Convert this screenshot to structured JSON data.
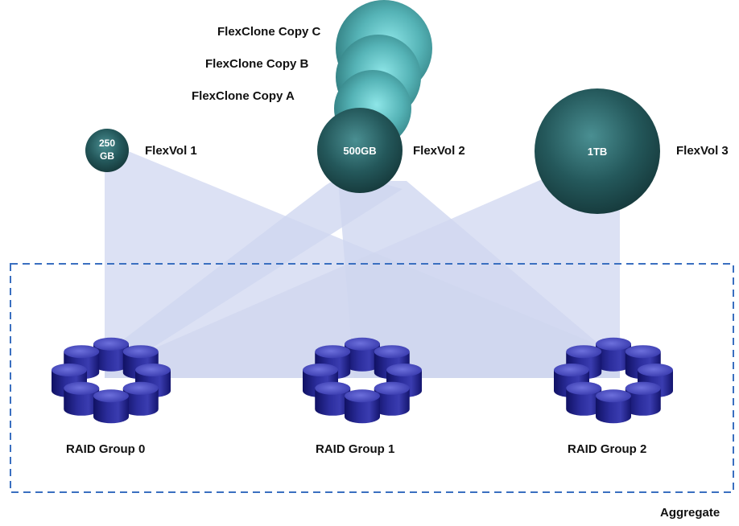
{
  "colors": {
    "teal_dark": "#1f4f52",
    "teal_mid": "#3f8f92",
    "teal_light": "#6fd4d8",
    "disk_dark": "#12136a",
    "disk_mid": "#2a2c9a",
    "disk_light": "#6a6ed8",
    "beam": "#a9b6e3",
    "aggregate_border": "#3a6fc0"
  },
  "flexvols": [
    {
      "name": "FlexVol 1",
      "size": "250\nGB"
    },
    {
      "name": "FlexVol 2",
      "size": "500GB"
    },
    {
      "name": "FlexVol 3",
      "size": "1TB"
    }
  ],
  "clones": [
    {
      "name": "FlexClone Copy A"
    },
    {
      "name": "FlexClone Copy B"
    },
    {
      "name": "FlexClone Copy C"
    }
  ],
  "raid_groups": [
    {
      "name": "RAID Group 0"
    },
    {
      "name": "RAID Group 1"
    },
    {
      "name": "RAID Group 2"
    }
  ],
  "aggregate_label": "Aggregate",
  "icons": [
    "disk-cylinder-icon",
    "volume-sphere-icon",
    "clone-sphere-icon"
  ]
}
